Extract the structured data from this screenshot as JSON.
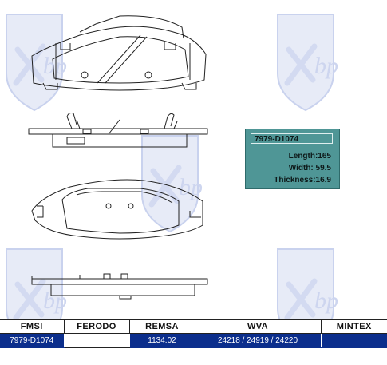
{
  "spec": {
    "code": "7979-D1074",
    "length": "Length:165",
    "width": "Width: 59.5",
    "thickness": "Thickness:16.9"
  },
  "watermark": {
    "text": "bp",
    "icon": "xbp-shield-logo",
    "color": "#c9d2ee"
  },
  "table": {
    "headers": [
      "FMSI",
      "FERODO",
      "REMSA",
      "WVA",
      "MINTEX"
    ],
    "values": [
      "7979-D1074",
      "",
      "1134.02",
      "24218 / 24919 / 24220",
      ""
    ]
  },
  "colors": {
    "spec_box": "#4f9696",
    "table_row": "#0b2e8c"
  }
}
